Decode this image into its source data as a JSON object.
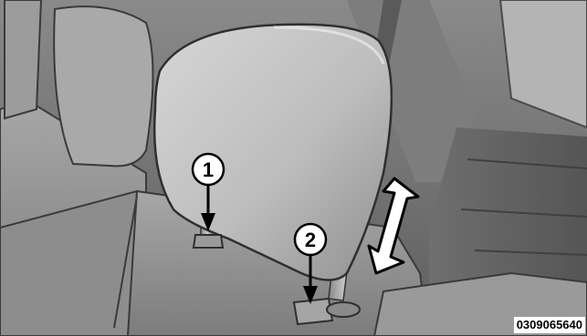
{
  "callouts": [
    {
      "number": "1",
      "target": "headrest-release-button"
    },
    {
      "number": "2",
      "target": "headrest-post-button"
    }
  ],
  "figure_id": "0309065640",
  "adjust_direction": "up-down"
}
